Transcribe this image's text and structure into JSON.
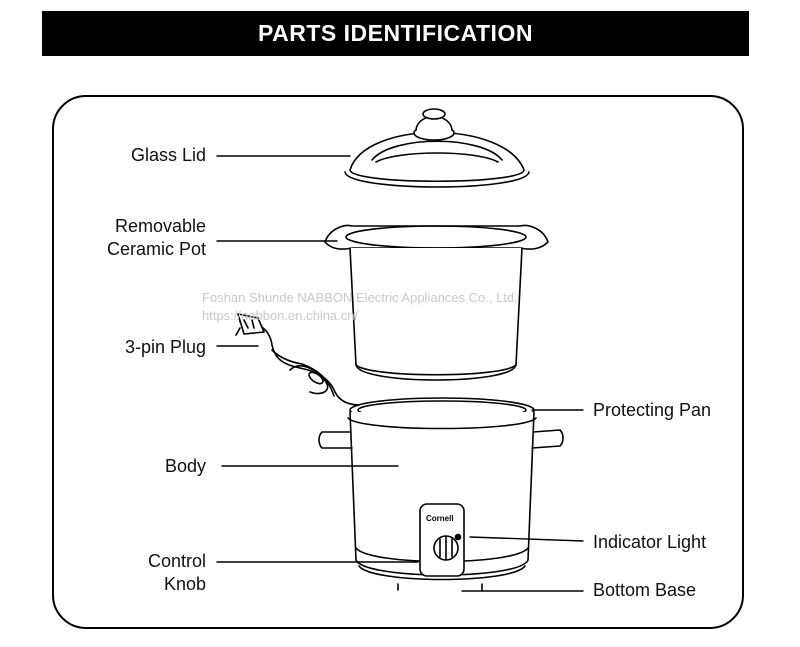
{
  "header": {
    "title": "PARTS IDENTIFICATION"
  },
  "labels": {
    "glass_lid": "Glass Lid",
    "ceramic_pot_line1": "Removable",
    "ceramic_pot_line2": "Ceramic Pot",
    "plug": "3-pin Plug",
    "body": "Body",
    "control_knob_line1": "Control",
    "control_knob_line2": "Knob",
    "protecting_pan": "Protecting Pan",
    "indicator_light": "Indicator Light",
    "bottom_base": "Bottom Base"
  },
  "brand": {
    "logo_text": "Cornell"
  },
  "watermark": {
    "line1": "Foshan Shunde NABBON Electric Appliances Co., Ltd.",
    "line2": "https://nabbon.en.china.cn/"
  }
}
